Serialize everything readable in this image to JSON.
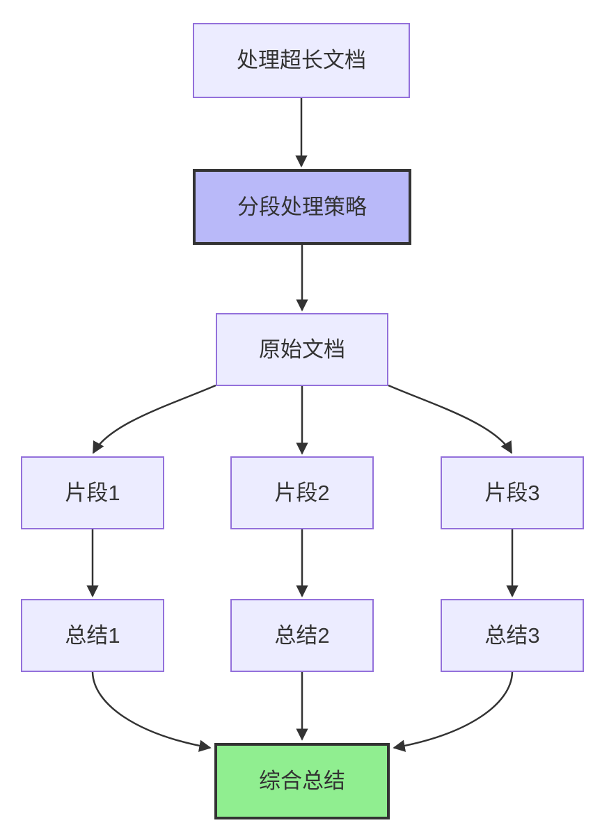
{
  "diagram": {
    "type": "flowchart",
    "direction": "top-down",
    "nodes": {
      "task": {
        "label": "处理超长文档"
      },
      "strategy": {
        "label": "分段处理策略"
      },
      "source": {
        "label": "原始文档"
      },
      "fragment1": {
        "label": "片段1"
      },
      "fragment2": {
        "label": "片段2"
      },
      "fragment3": {
        "label": "片段3"
      },
      "summary1": {
        "label": "总结1"
      },
      "summary2": {
        "label": "总结2"
      },
      "summary3": {
        "label": "总结3"
      },
      "final": {
        "label": "综合总结"
      }
    },
    "edges": [
      {
        "from": "task",
        "to": "strategy"
      },
      {
        "from": "strategy",
        "to": "source"
      },
      {
        "from": "source",
        "to": "fragment1"
      },
      {
        "from": "source",
        "to": "fragment2"
      },
      {
        "from": "source",
        "to": "fragment3"
      },
      {
        "from": "fragment1",
        "to": "summary1"
      },
      {
        "from": "fragment2",
        "to": "summary2"
      },
      {
        "from": "fragment3",
        "to": "summary3"
      },
      {
        "from": "summary1",
        "to": "final"
      },
      {
        "from": "summary2",
        "to": "final"
      },
      {
        "from": "summary3",
        "to": "final"
      }
    ],
    "colors": {
      "node_fill": "#ECECFF",
      "node_border": "#9370DB",
      "highlight_fill": "#B9B9F9",
      "highlight_border": "#333333",
      "success_fill": "#90EE90",
      "success_border": "#333333",
      "edge": "#333333",
      "text": "#333333",
      "background": "#FFFFFF"
    }
  }
}
